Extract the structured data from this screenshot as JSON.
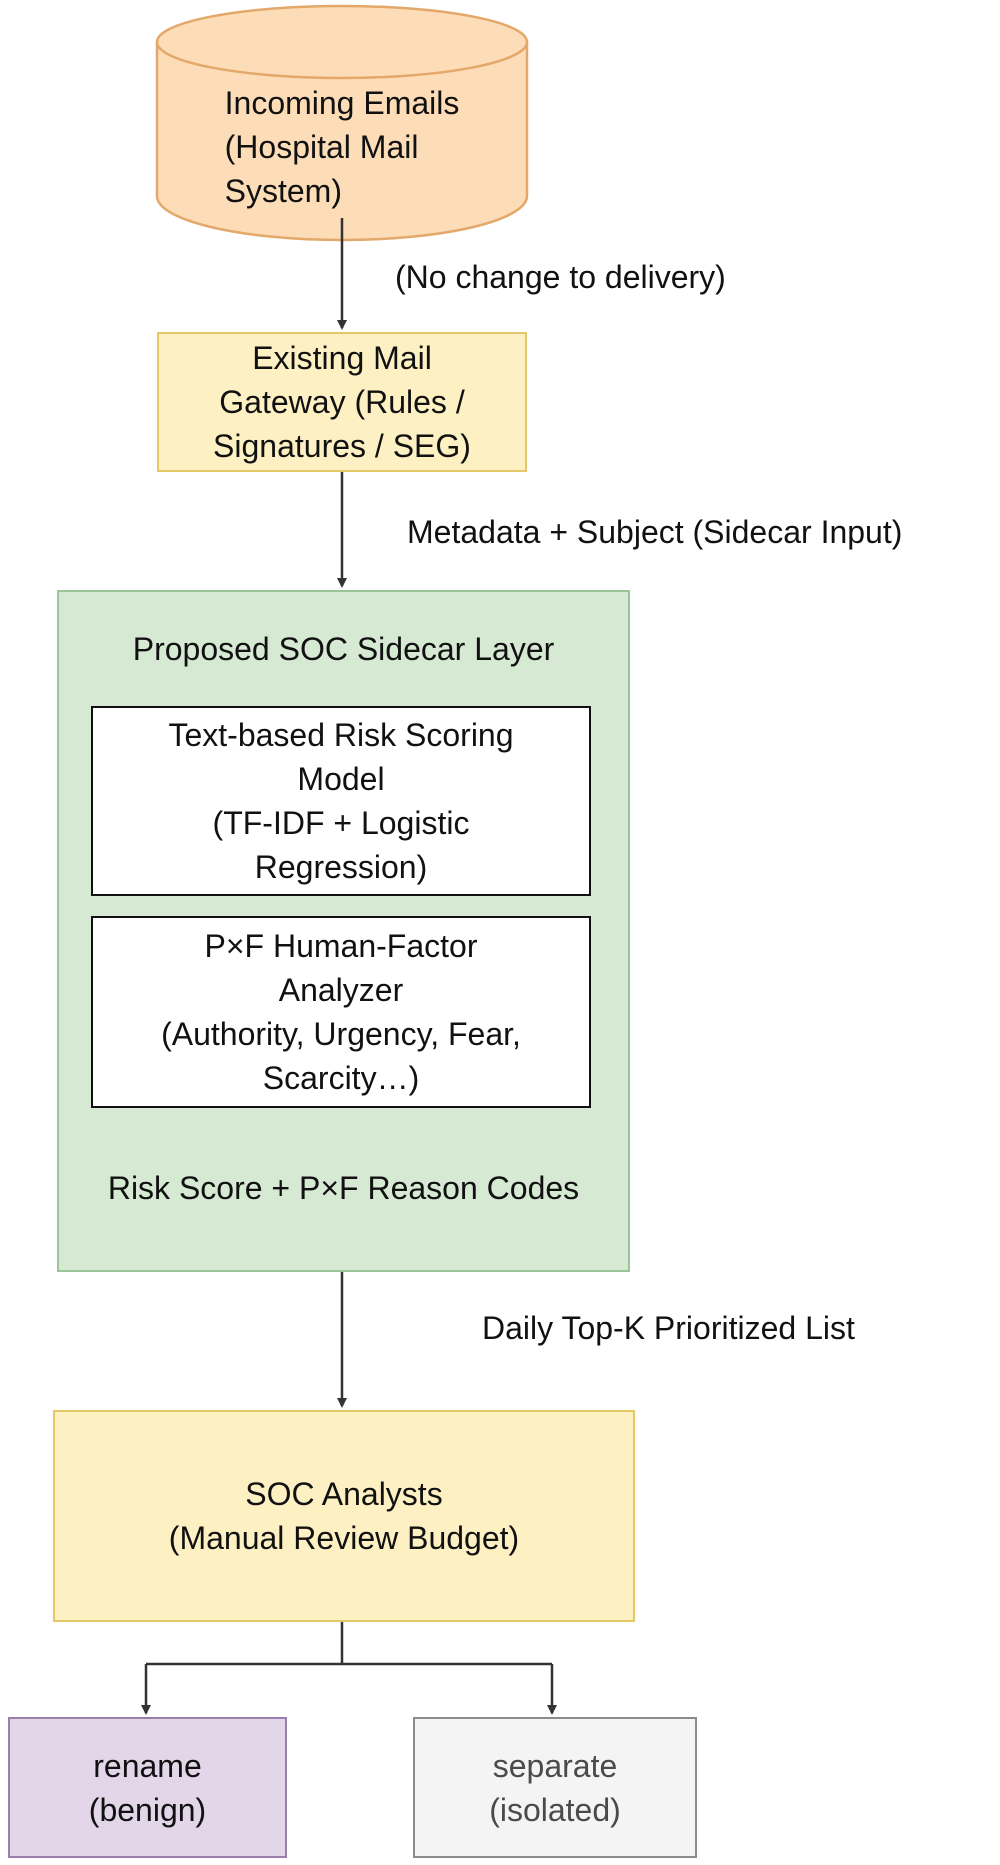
{
  "nodes": {
    "incoming": {
      "text": "Incoming Emails\n(Hospital Mail\nSystem)",
      "fill": "#fdddb8",
      "stroke": "#e3a86a"
    },
    "gateway": {
      "text": "Existing Mail\nGateway     (Rules /\nSignatures / SEG)"
    },
    "sidecar": {
      "title": "Proposed SOC Sidecar Layer",
      "model": "Text-based Risk Scoring\nModel\n(TF-IDF + Logistic\nRegression)",
      "pxf": "P×F Human-Factor\nAnalyzer\n(Authority, Urgency, Fear,\nScarcity…)",
      "output": "Risk Score + P×F Reason Codes"
    },
    "analysts": {
      "text": "SOC Analysts\n(Manual Review Budget)"
    },
    "rename": {
      "text": "rename\n(benign)"
    },
    "separate": {
      "text": "separate\n(isolated)"
    }
  },
  "edges": {
    "incoming_to_gateway": "(No change to delivery)",
    "gateway_to_sidecar": "Metadata + Subject  (Sidecar Input)",
    "sidecar_to_analysts": "Daily Top-K Prioritized List"
  },
  "colors": {
    "cylinder_fill": "#fdddb8",
    "cylinder_stroke": "#e3a86a",
    "yellow_fill": "#fdf1c4",
    "yellow_stroke": "#e3c768",
    "green_fill": "#d6e9d3",
    "green_stroke": "#9ac596",
    "purple_fill": "#e2d6e8",
    "purple_stroke": "#9a7eae",
    "grey_fill": "#f4f4f4",
    "grey_stroke": "#8c8c8c",
    "arrow": "#333333"
  }
}
